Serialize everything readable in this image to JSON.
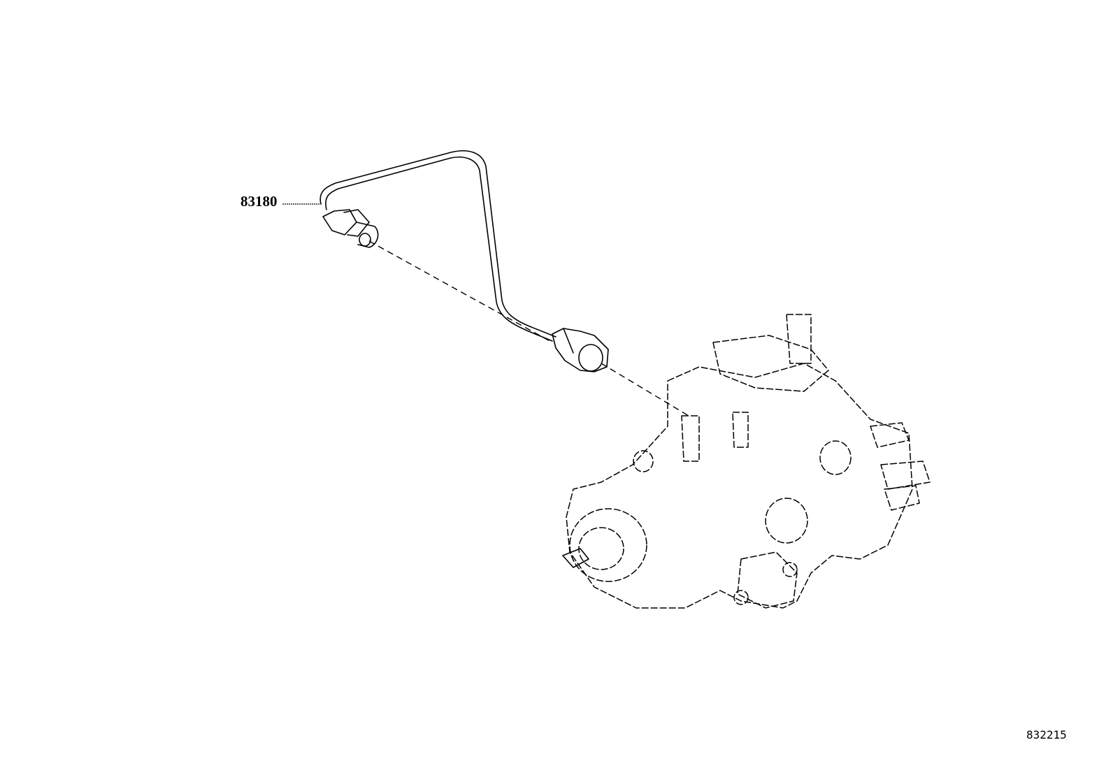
{
  "diagram": {
    "type": "parts-illustration",
    "callouts": [
      {
        "part_number": "83180",
        "target": "speed sensor with harness"
      }
    ],
    "figure_id": "832215",
    "components": [
      {
        "name": "sensor-with-harness",
        "label_ref": "83180"
      },
      {
        "name": "connector"
      },
      {
        "name": "fuel-injection-pump"
      }
    ]
  }
}
